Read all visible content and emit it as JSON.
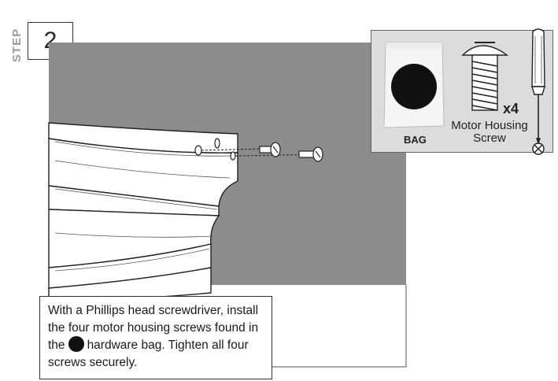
{
  "step": {
    "word": "STEP",
    "number": "2"
  },
  "hardware": {
    "bag_label": "BAG",
    "quantity": "x4",
    "name_line1": "Motor Housing",
    "name_line2": "Screw",
    "bag_color": "#111111"
  },
  "instruction": {
    "before_dot": "With a Phillips head screwdriver, install the four motor housing screws found in the",
    "after_dot": "hardware bag. Tighten all four screws securely."
  },
  "colors": {
    "background_gray": "#8c8c8c",
    "panel_gray": "#dcdcdc"
  },
  "icons": [
    "phillips-screwdriver-icon",
    "phillips-head-icon",
    "motor-housing-screw-icon",
    "hardware-bag-icon"
  ]
}
